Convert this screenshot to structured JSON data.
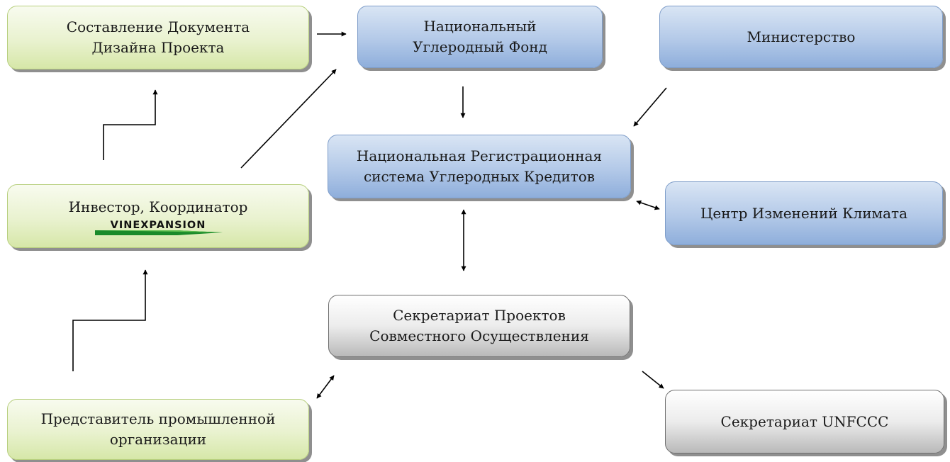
{
  "nodes": {
    "document_design": [
      "Составление Документа",
      "Дизайна Проекта"
    ],
    "national_fund": [
      "Национальный",
      "Углеродный Фонд"
    ],
    "ministry": [
      "Министерство"
    ],
    "registry": [
      "Национальная Регистрационная",
      "система Углеродных Кредитов"
    ],
    "investor": [
      "Инвестор, Координатор"
    ],
    "climate_center": [
      "Центр Изменений Климата"
    ],
    "ji_secretariat": [
      "Секретариат Проектов",
      "Совместного Осуществления"
    ],
    "unfccc": [
      "Секретариат UNFCCC"
    ],
    "industry_rep": [
      "Представитель промышленной",
      "организации"
    ]
  },
  "logo": {
    "text": "VINEXPANSION",
    "color": "#1a8a2a"
  },
  "colors": {
    "green_fill": "#e9f2cf",
    "blue_fill": "#b3c9e8",
    "gray_fill": "#ececec",
    "arrow": "#000000"
  }
}
